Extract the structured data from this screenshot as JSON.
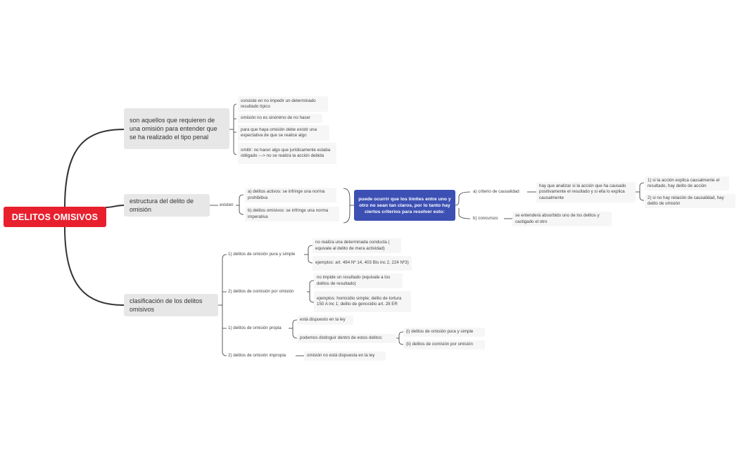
{
  "root": {
    "label": "DELITOS OMISIVOS"
  },
  "branch1": {
    "label": "son aquellos que requieren de una omisión para entender que se ha realizado el tipo penal",
    "items": [
      "consiste en no impedir un determinado resultado típico",
      "omisión no es sinónimo de no hacer",
      "para que haya omisión debe existir una expectativa de que se realice algo",
      "omitir: no hacer algo que jurídicamente estaba obligado ---> no se realiza la acción debida"
    ]
  },
  "branch2": {
    "label": "estructura del delito de omisión",
    "connector": "existen",
    "items": [
      "a) delitos activos: se infringe una norma prohibitiva",
      "b) delitos omisivos: se infringe una norma imperativa"
    ],
    "summary": "puede ocurrir que los límites entre uno y otro no sean tan claros, por lo tanto hay ciertos criterios para resolver esto:",
    "criteria": [
      {
        "label": "a) criterio de causalidad",
        "detail": "hay que analizar si la acción que ha causado positivamente el resultado y si ella lo explica causalmente",
        "outcomes": [
          "1) si la acción explica causalmente el resultado, hay delito de acción",
          "2) si no hay relación de causalidad, hay delito de omisión"
        ]
      },
      {
        "label": "b) concursos",
        "detail": "se entenderá absorbido uno de los delitos y castigado el otro"
      }
    ]
  },
  "branch3": {
    "label": "clasificación de los delitos omisivos",
    "groups": [
      {
        "label": "1) delitos de omisión pura y simple",
        "items": [
          "no realiza una determinada conducta ( equivale al delito de mera actividad)",
          "ejemplos: art. 494 Nº 14, 403 Bis inc 2, 224 Nº3)"
        ]
      },
      {
        "label": "2) delitos de comisión por omisión",
        "items": [
          "no impide un resultado (equivale a los delitos de resultado)",
          "ejemplos: homicidio simple; delito de tortura 150 A inc 1; delito de genocidio art. 28 ER"
        ]
      },
      {
        "label": "1) delitos de omisión propia",
        "items": [
          "está dispuesto en la ley",
          "podemos distinguir dentro de estos delitos:"
        ],
        "sub": [
          "(i) delitos de omisión pura y simple",
          "(ii) delitos de comisión por omisión"
        ]
      },
      {
        "label": "2) delitos de omisión impropia",
        "items": [
          "omisión no está dispuesta en la ley"
        ]
      }
    ]
  },
  "colors": {
    "root": "#e8202e",
    "highlight": "#3c50b4",
    "main_node": "#e7e7e7",
    "sub_node": "#f6f6f6",
    "line": "#333333"
  }
}
